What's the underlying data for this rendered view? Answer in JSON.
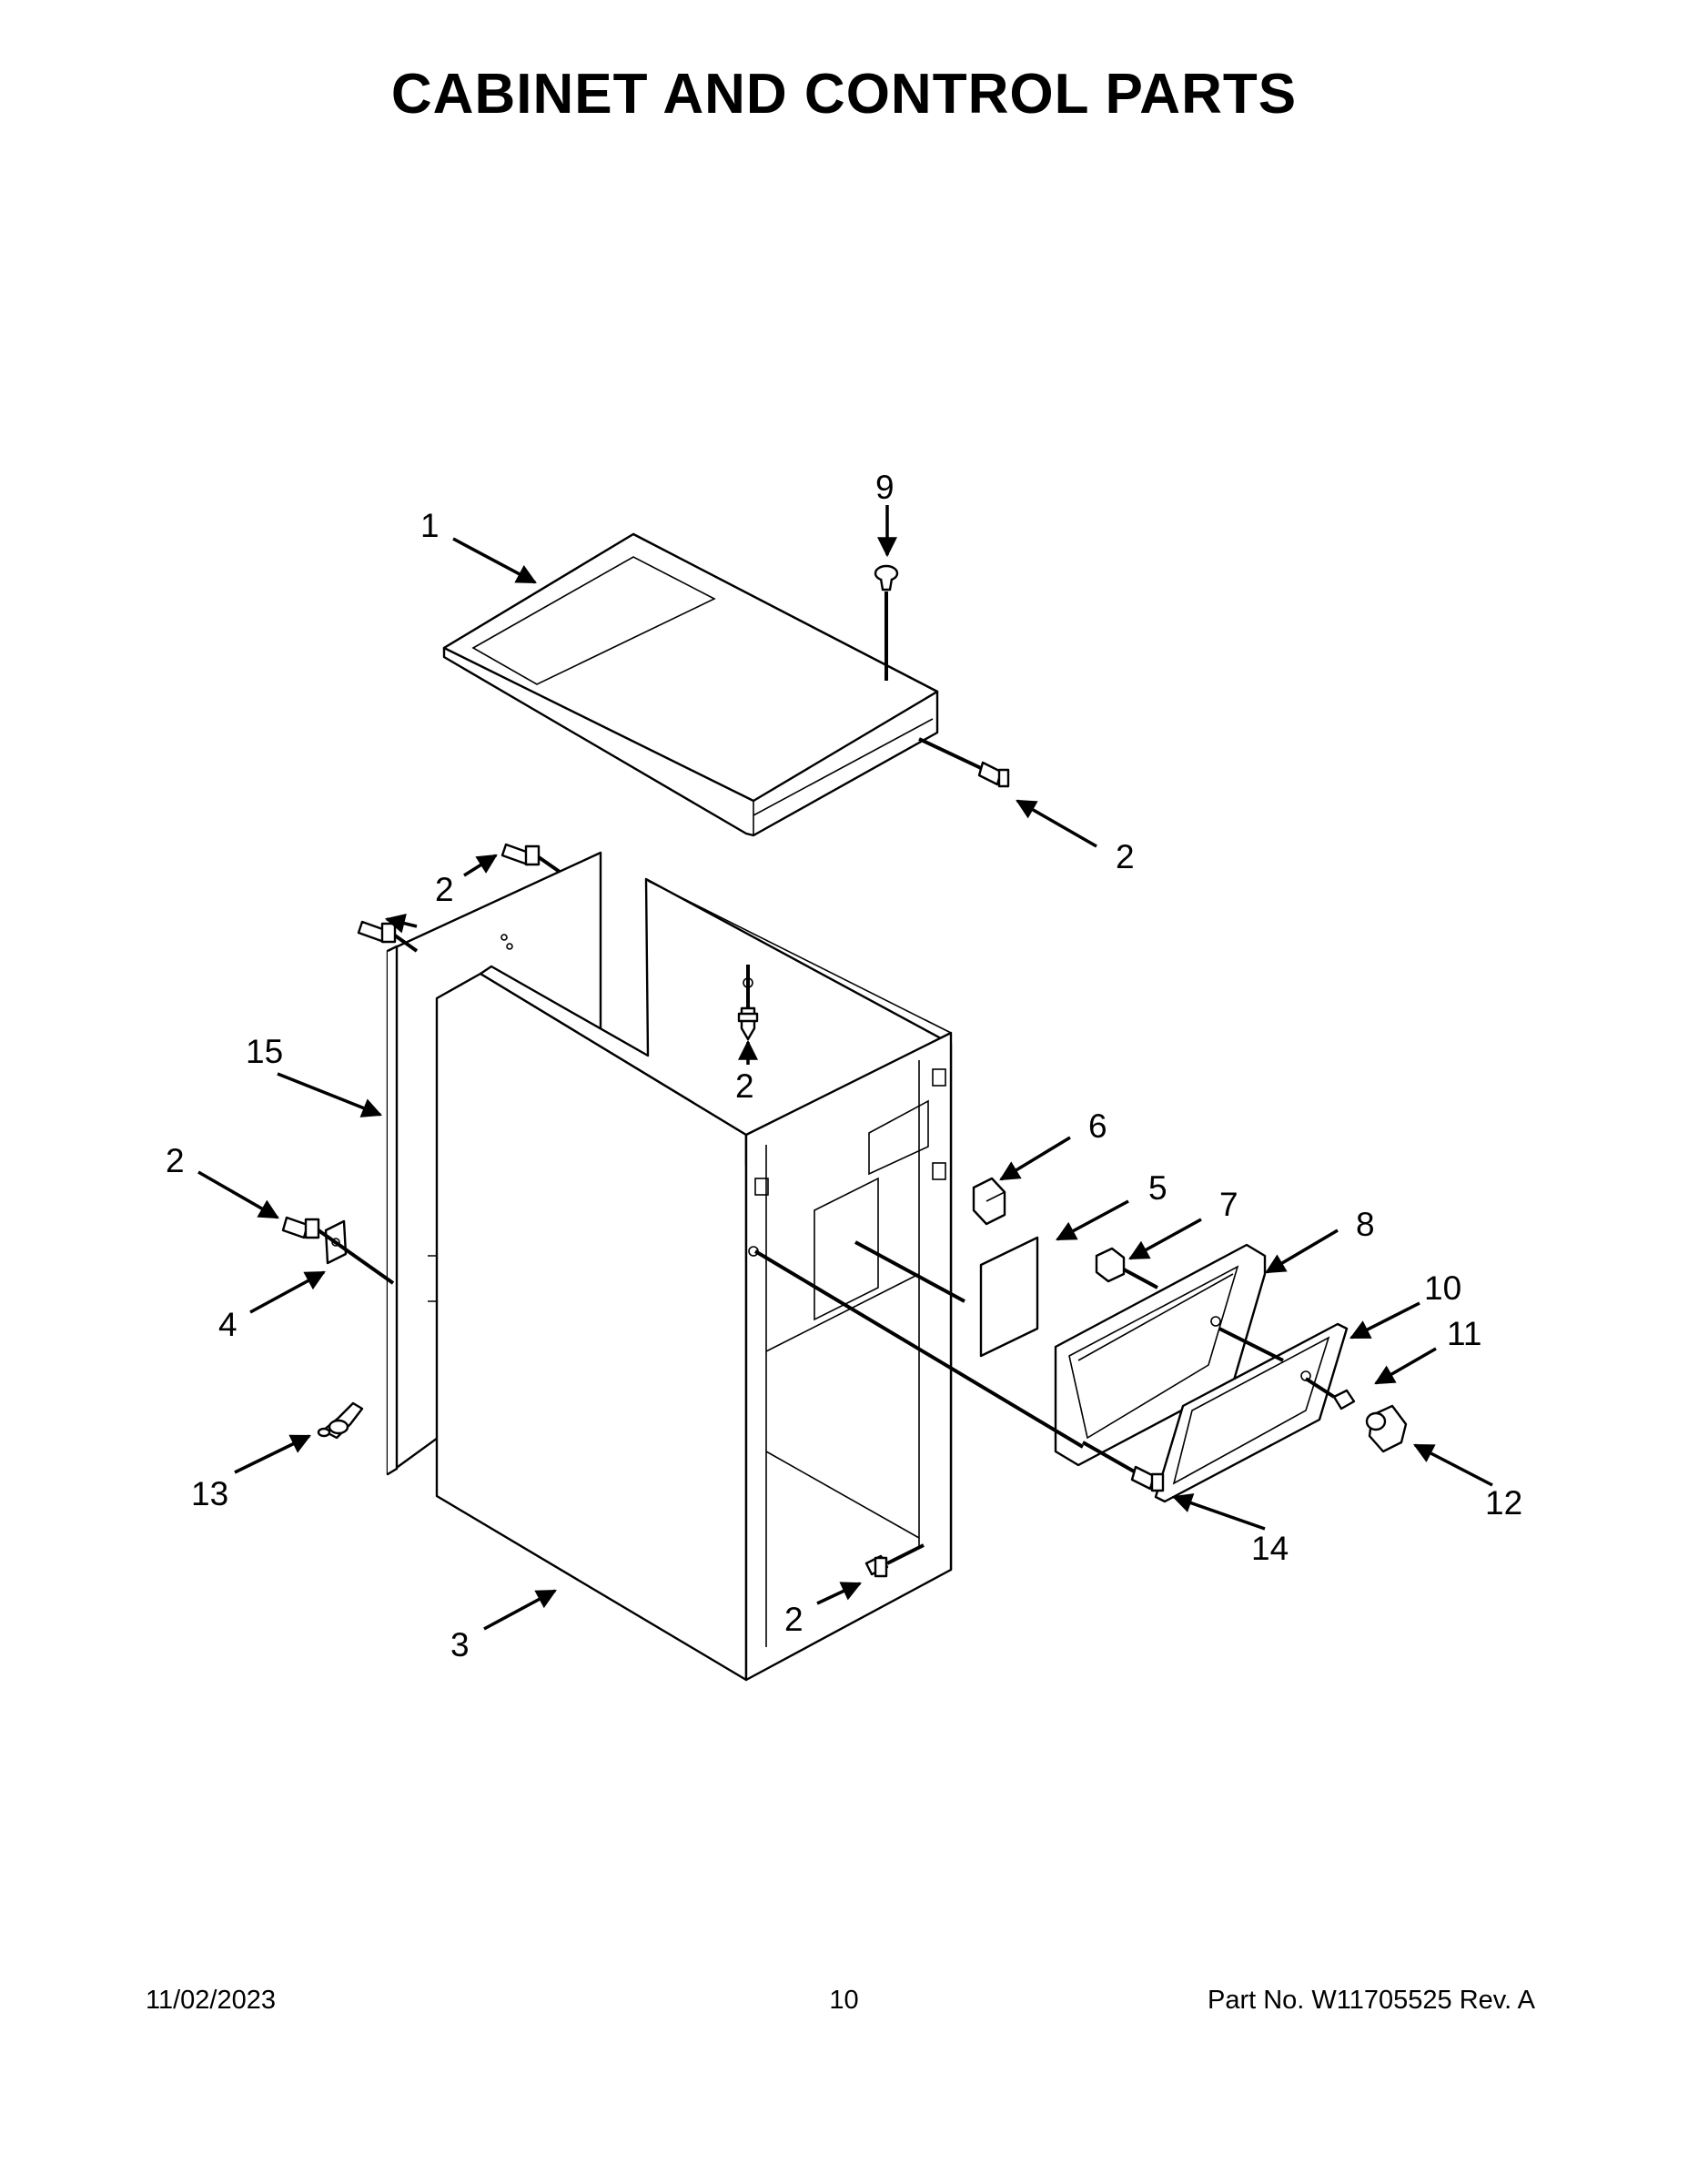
{
  "title": "CABINET AND CONTROL PARTS",
  "callouts": [
    {
      "key": "c1",
      "label": "1"
    },
    {
      "key": "c9",
      "label": "9"
    },
    {
      "key": "c2a",
      "label": "2"
    },
    {
      "key": "c2b",
      "label": "2"
    },
    {
      "key": "c2c",
      "label": "2"
    },
    {
      "key": "c15",
      "label": "15"
    },
    {
      "key": "c2d",
      "label": "2"
    },
    {
      "key": "c4",
      "label": "4"
    },
    {
      "key": "c13",
      "label": "13"
    },
    {
      "key": "c3",
      "label": "3"
    },
    {
      "key": "c2e",
      "label": "2"
    },
    {
      "key": "c6",
      "label": "6"
    },
    {
      "key": "c5",
      "label": "5"
    },
    {
      "key": "c7",
      "label": "7"
    },
    {
      "key": "c8",
      "label": "8"
    },
    {
      "key": "c10",
      "label": "10"
    },
    {
      "key": "c11",
      "label": "11"
    },
    {
      "key": "c12",
      "label": "12"
    },
    {
      "key": "c14",
      "label": "14"
    },
    {
      "key": "c2f",
      "label": "2"
    }
  ],
  "footer": {
    "date": "11/02/2023",
    "page": "10",
    "part_no": "Part No.  W11705525   Rev.  A"
  }
}
